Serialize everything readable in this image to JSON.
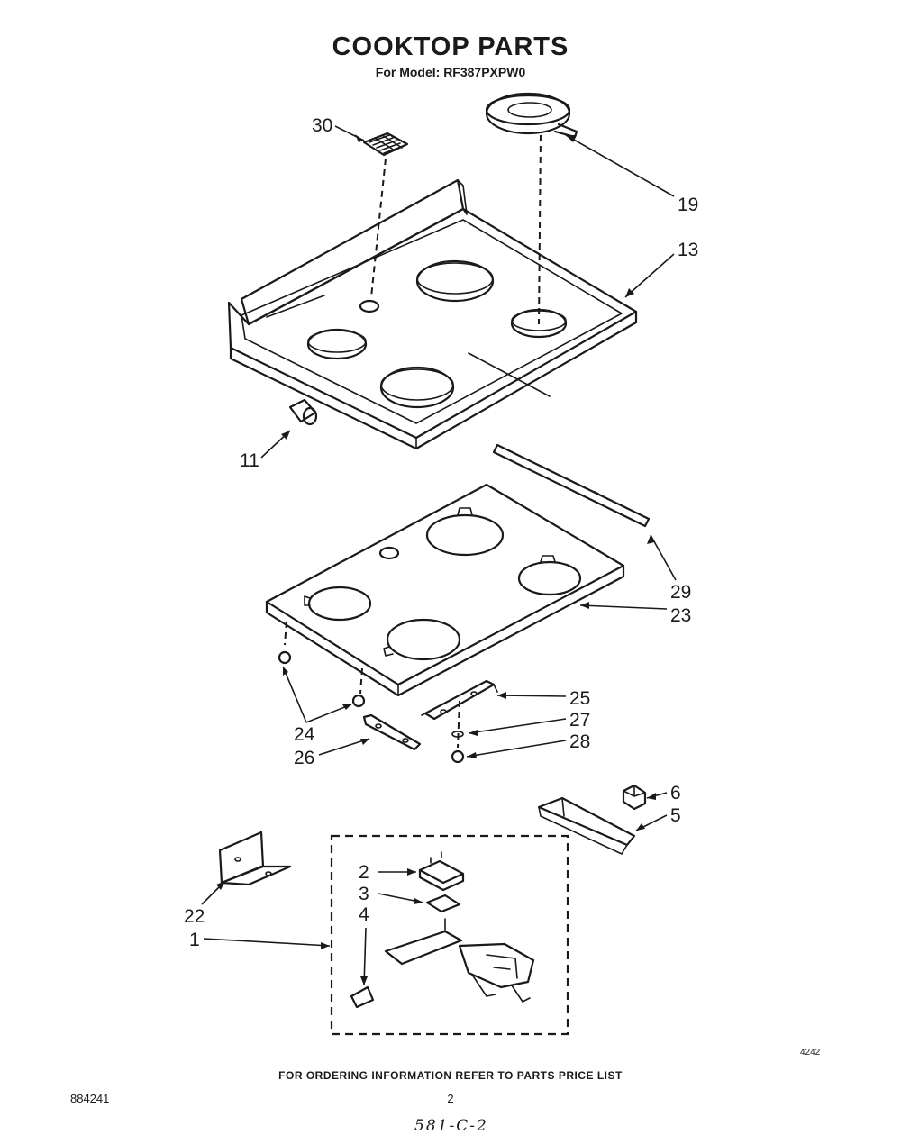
{
  "header": {
    "title": "COOKTOP PARTS",
    "subtitle": "For Model: RF387PXPW0"
  },
  "callouts": [
    "30",
    "19",
    "13",
    "11",
    "29",
    "23",
    "25",
    "27",
    "28",
    "24",
    "26",
    "6",
    "5",
    "2",
    "3",
    "4",
    "22",
    "1"
  ],
  "footer": {
    "ordering_note": "FOR ORDERING INFORMATION REFER TO PARTS PRICE LIST",
    "document_number": "884241",
    "page_number": "2",
    "reference_number": "4242",
    "handwritten_note": "581-C-2"
  }
}
